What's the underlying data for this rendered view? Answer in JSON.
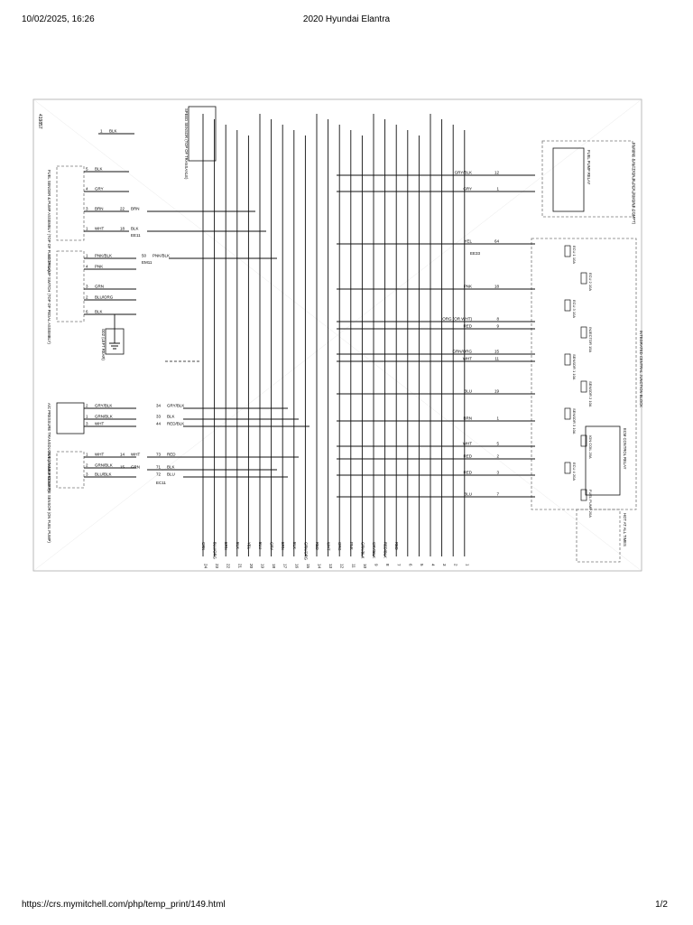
{
  "print_header": {
    "datetime": "10/02/2025, 16:26",
    "title": "2020 Hyundai Elantra"
  },
  "print_footer": {
    "url": "https://crs.mymitchell.com/php/temp_print/149.html",
    "page": "1/2"
  },
  "diagram": {
    "figure_id": "419857",
    "connectors": [
      "EE11",
      "EM11",
      "EC11",
      "EE33"
    ],
    "components": [
      {
        "id": "fuel-pump",
        "label": "FUEL SENDER & PUMP ASSEMBLY (TOP OF FUEL TANK)"
      },
      {
        "id": "stop-lamp-switch",
        "label": "STOP LAMP SWITCH (TOP OF PEDAL ASSEMBLY)"
      },
      {
        "id": "ac-pressure",
        "label": "A/C PRESSURE TRANSDUCER (ENGINE COMPT)"
      },
      {
        "id": "fuel-tank-pressure",
        "label": "FUEL TANK PRESSURE SENSOR (ON FUEL PUMP)"
      },
      {
        "id": "speed-sensor",
        "label": "SPEED SENSOR (TOP OF TRANSAXLE)"
      },
      {
        "id": "ground",
        "label": "G02 (LEFT REAR)"
      },
      {
        "id": "ij-block",
        "label": "INTEGRATED CENTRAL JUNCTION BLOCK"
      },
      {
        "id": "ej-block",
        "label": "ENGINE JUNCTION BLOCK (ENGINE COMPT)"
      },
      {
        "id": "ecm-relay",
        "label": "ECM CONTROL RELAY"
      },
      {
        "id": "fuel-pump-relay",
        "label": "FUEL PUMP RELAY"
      },
      {
        "id": "hot-at-all-times",
        "label": "HOT AT ALL TIMES"
      }
    ],
    "left_wires": [
      {
        "pin": "1",
        "color": "BLK"
      },
      {
        "pin": "5",
        "color": "BLK"
      },
      {
        "pin": "4",
        "color": "GRY"
      },
      {
        "pin": "3",
        "color": "BRN"
      },
      {
        "pin": "1",
        "color": "WHT"
      },
      {
        "pin": "1",
        "color": "PNK/BLK"
      },
      {
        "pin": "4",
        "color": "PNK"
      },
      {
        "pin": "3",
        "color": "GRN"
      },
      {
        "pin": "2",
        "color": "BLU/ORG"
      },
      {
        "pin": "6",
        "color": "BLK"
      },
      {
        "pin": "2",
        "color": "GRY/BLK"
      },
      {
        "pin": "1",
        "color": "GRN/BLK"
      },
      {
        "pin": "3",
        "color": "WHT"
      },
      {
        "pin": "1",
        "color": "WHT"
      },
      {
        "pin": "2",
        "color": "GRN/BLK"
      },
      {
        "pin": "3",
        "color": "BLU/BLK"
      }
    ],
    "splice_labels": [
      {
        "pin": "22",
        "color": "BRN"
      },
      {
        "pin": "18",
        "color": "BLK"
      },
      {
        "pin": "50",
        "color": "PNK/BLK"
      },
      {
        "pin": "34",
        "color": "GRY/BLK"
      },
      {
        "pin": "33",
        "color": "BLK"
      },
      {
        "pin": "44",
        "color": "RED/BLK"
      },
      {
        "pin": "14",
        "color": "WHT"
      },
      {
        "pin": "15",
        "color": "GRN"
      },
      {
        "pin": "71",
        "color": "BLK"
      },
      {
        "pin": "72",
        "color": "BLU"
      },
      {
        "pin": "73",
        "color": "RED"
      }
    ],
    "right_wires": [
      {
        "pin": "12",
        "color": "GRY/BLK"
      },
      {
        "pin": "1",
        "color": "GRY"
      },
      {
        "pin": "64",
        "color": "YEL"
      },
      {
        "pin": "18",
        "color": "PNK"
      },
      {
        "pin": "8",
        "color": "ORG (OR WHT)"
      },
      {
        "pin": "9",
        "color": "RED"
      },
      {
        "pin": "15",
        "color": "GRN/ORG"
      },
      {
        "pin": "11",
        "color": "WHT"
      },
      {
        "pin": "19",
        "color": "BLU"
      },
      {
        "pin": "1",
        "color": "BRN"
      },
      {
        "pin": "5",
        "color": "WHT"
      },
      {
        "pin": "2",
        "color": "RED"
      },
      {
        "pin": "3",
        "color": "RED"
      },
      {
        "pin": "7",
        "color": "BLU"
      }
    ],
    "fuses": [
      "ECU 1 10A",
      "ECU 2 10A",
      "ECU 3 10A",
      "INJECTOR 15A",
      "SENSOR 1 10A",
      "SENSOR 2 10A",
      "SENSOR 3 10A",
      "IGN COIL 20A",
      "ECU 4 20A",
      "FUEL PUMP 20A"
    ],
    "bottom_pins": [
      "24",
      "23",
      "22",
      "21",
      "20",
      "19",
      "18",
      "17",
      "16",
      "15",
      "14",
      "13",
      "12",
      "11",
      "10",
      "9",
      "8",
      "7",
      "6",
      "5",
      "4",
      "3",
      "2",
      "1"
    ],
    "bottom_wires": [
      "GRN",
      "BLU/ORG",
      "BRN",
      "BLK",
      "YEL",
      "BLU",
      "GRY",
      "BRN",
      "BLK",
      "GRN/ORG",
      "RED",
      "WHT",
      "ORG",
      "PNK",
      "GRN/BLK",
      "GRY/BLK",
      "RED/BLK",
      "RED"
    ]
  },
  "colors": {
    "wire": "#111111",
    "dashed_box": "#777777",
    "diagram_border": "#aaaaaa"
  }
}
